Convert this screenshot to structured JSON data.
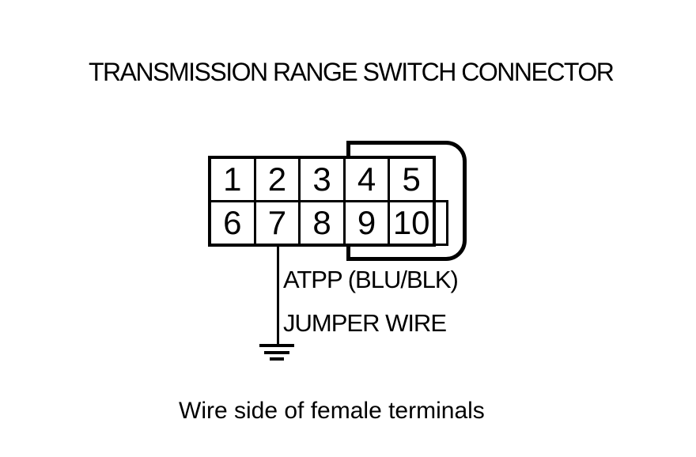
{
  "title": "TRANSMISSION RANGE SWITCH CONNECTOR",
  "connector": {
    "terminals": [
      "1",
      "2",
      "3",
      "4",
      "5",
      "6",
      "7",
      "8",
      "9",
      "10"
    ]
  },
  "annotations": {
    "wire_label": "ATPP (BLU/BLK)",
    "jumper_label": "JUMPER WIRE",
    "caption": "Wire side of female terminals"
  },
  "icons": {
    "ground": "ground-symbol"
  },
  "colors": {
    "line": "#000000",
    "background": "#ffffff"
  }
}
